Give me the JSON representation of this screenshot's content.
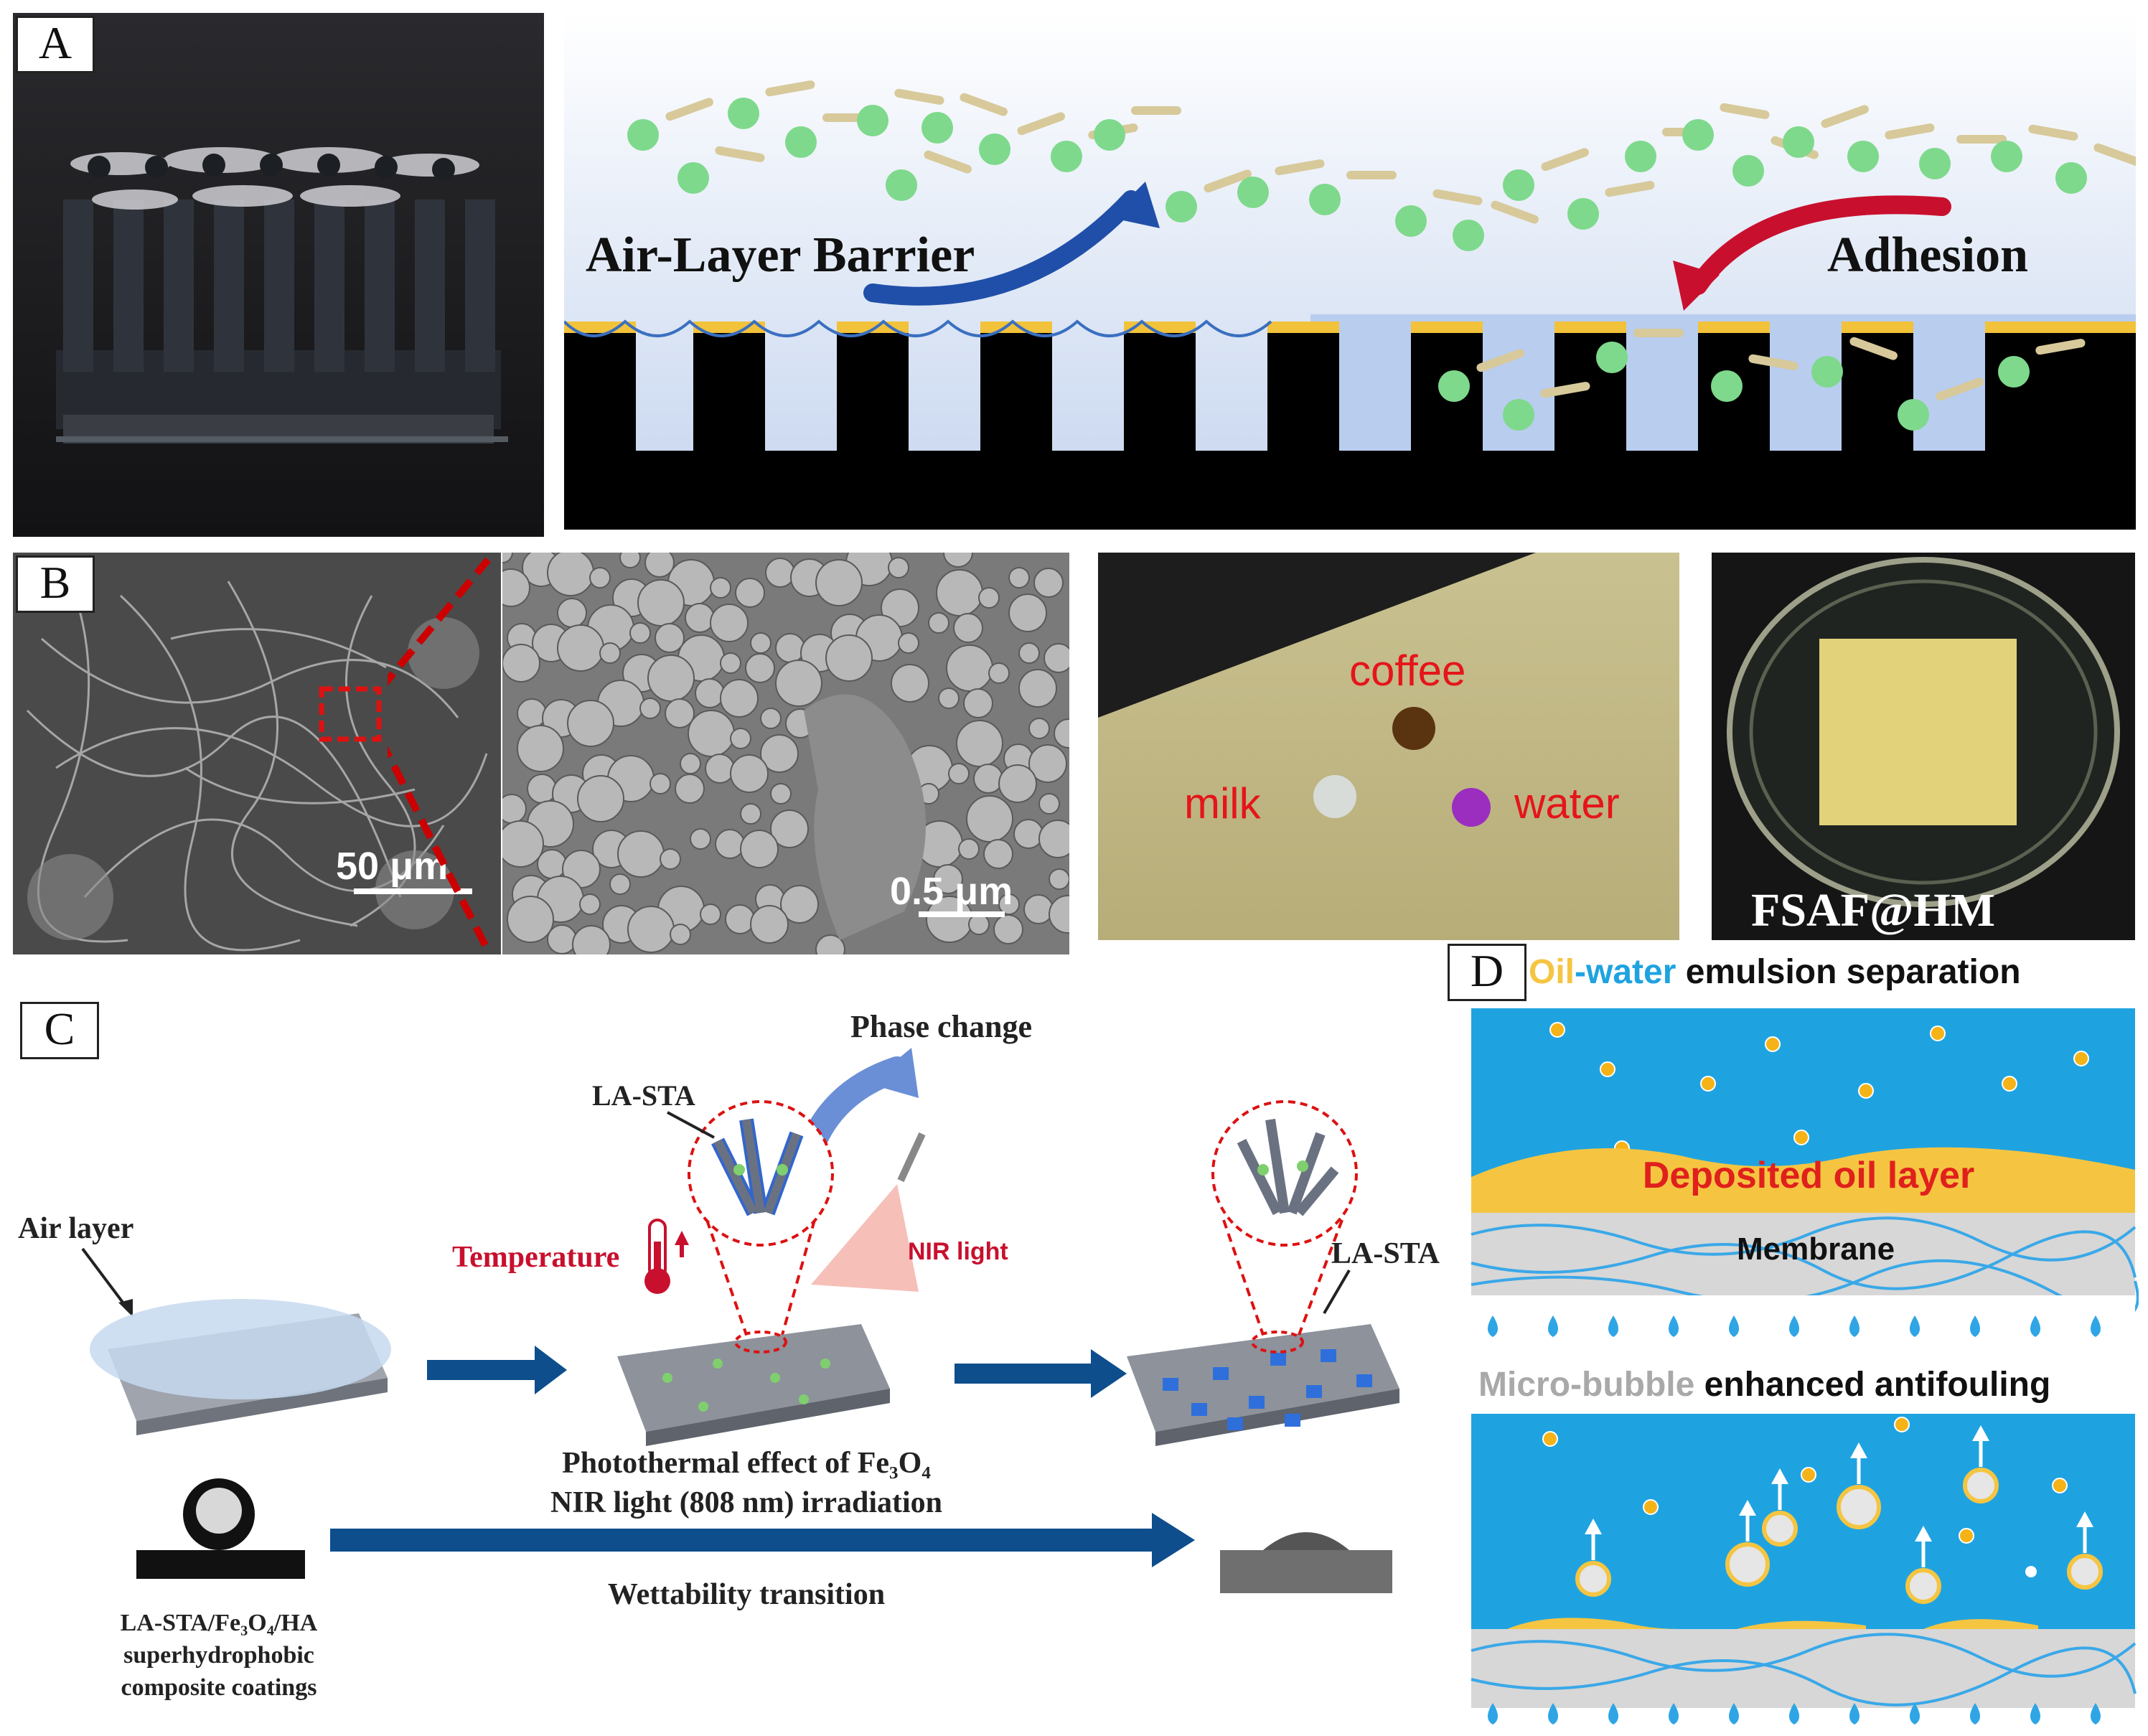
{
  "panels": {
    "A": {
      "label": "A",
      "air_layer_barrier": "Air-Layer Barrier",
      "adhesion": "Adhesion"
    },
    "B": {
      "label": "B",
      "scale_bar_1": "50 μm",
      "scale_bar_2": "0.5 μm",
      "droplets": {
        "coffee": "coffee",
        "milk": "milk",
        "water": "water"
      },
      "sample_name": "FSAF@HM"
    },
    "C": {
      "label": "C",
      "phase_change": "Phase change",
      "la_sta_top": "LA-STA",
      "la_sta_right": "LA-STA",
      "air_layer": "Air layer",
      "temperature": "Temperature",
      "nir_light": "NIR light",
      "photothermal_line1": "Photothermal effect of Fe₃O₄",
      "photothermal_line2": "NIR light (808 nm) irradiation",
      "wettability": "Wettability transition",
      "coating_line1": "LA-STA/Fe₃O₄/HA",
      "coating_line2": "superhydrophobic",
      "coating_line3": "composite coatings"
    },
    "D": {
      "label": "D",
      "title_oil": "Oil",
      "title_dash": "-",
      "title_water": "water",
      "title_rest": " emulsion separation",
      "deposited_oil": "Deposited oil layer",
      "membrane": "Membrane",
      "title2_micro": "Micro-bubble",
      "title2_rest": " enhanced antifouling"
    }
  },
  "colors": {
    "black_structure": "#000000",
    "gold_cap": "#f2c23a",
    "bacteria_green": "#7ed98c",
    "blue_arrow": "#1f4fa8",
    "red_arrow": "#c8102e",
    "water_blue": "#1fa3e0",
    "oil_yellow": "#f5c542",
    "deposit_red_text": "#e0201c",
    "process_arrow": "#0e4e8c"
  }
}
